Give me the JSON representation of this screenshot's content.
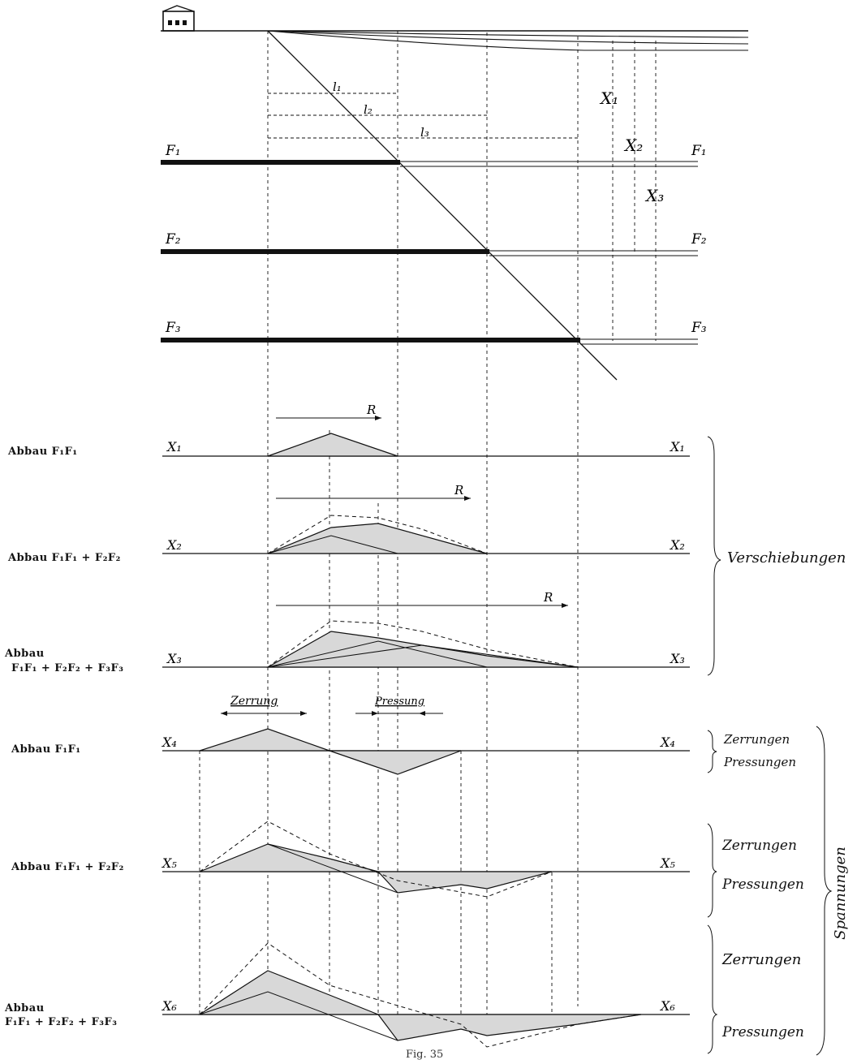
{
  "figure": {
    "caption": "Fig. 35",
    "row_labels": [
      "Abbau F₁F₁",
      "Abbau F₁F₁ + F₂F₂",
      "Abbau",
      "F₁F₁ + F₂F₂ + F₃F₃",
      "Abbau F₁F₁",
      "Abbau F₁F₁ + F₂F₂",
      "Abbau",
      "F₁F₁ + F₂F₂ + F₃F₃"
    ],
    "group_labels": {
      "shift": "Verschiebungen",
      "tension": "Zerrungen",
      "compression": "Pressungen",
      "stress": "Spannungen"
    },
    "arrows": {
      "zerrung": "Zerrung",
      "pressung": "Pressung"
    },
    "seam_labels": [
      "F₁",
      "F₂",
      "F₃"
    ],
    "axis_labels": [
      "X₁",
      "X₂",
      "X₃",
      "X₄",
      "X₅",
      "X₆"
    ],
    "dim_labels": [
      "l₁",
      "l₂",
      "l₃",
      "X₁",
      "X₂",
      "X₃",
      "R"
    ]
  }
}
